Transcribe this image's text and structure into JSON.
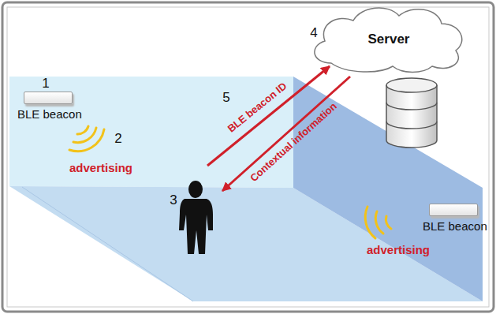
{
  "diagram": {
    "nodes": [
      {
        "text": [
          "BLE beacon"
        ]
      },
      {
        "text": [
          "Server"
        ]
      },
      {
        "text": [
          "BLE beacon"
        ]
      }
    ],
    "labels": [
      "1",
      "4",
      "5",
      "BLE beacon ID",
      "Contextual information",
      "2",
      "advertising",
      "3",
      "advertising"
    ]
  }
}
